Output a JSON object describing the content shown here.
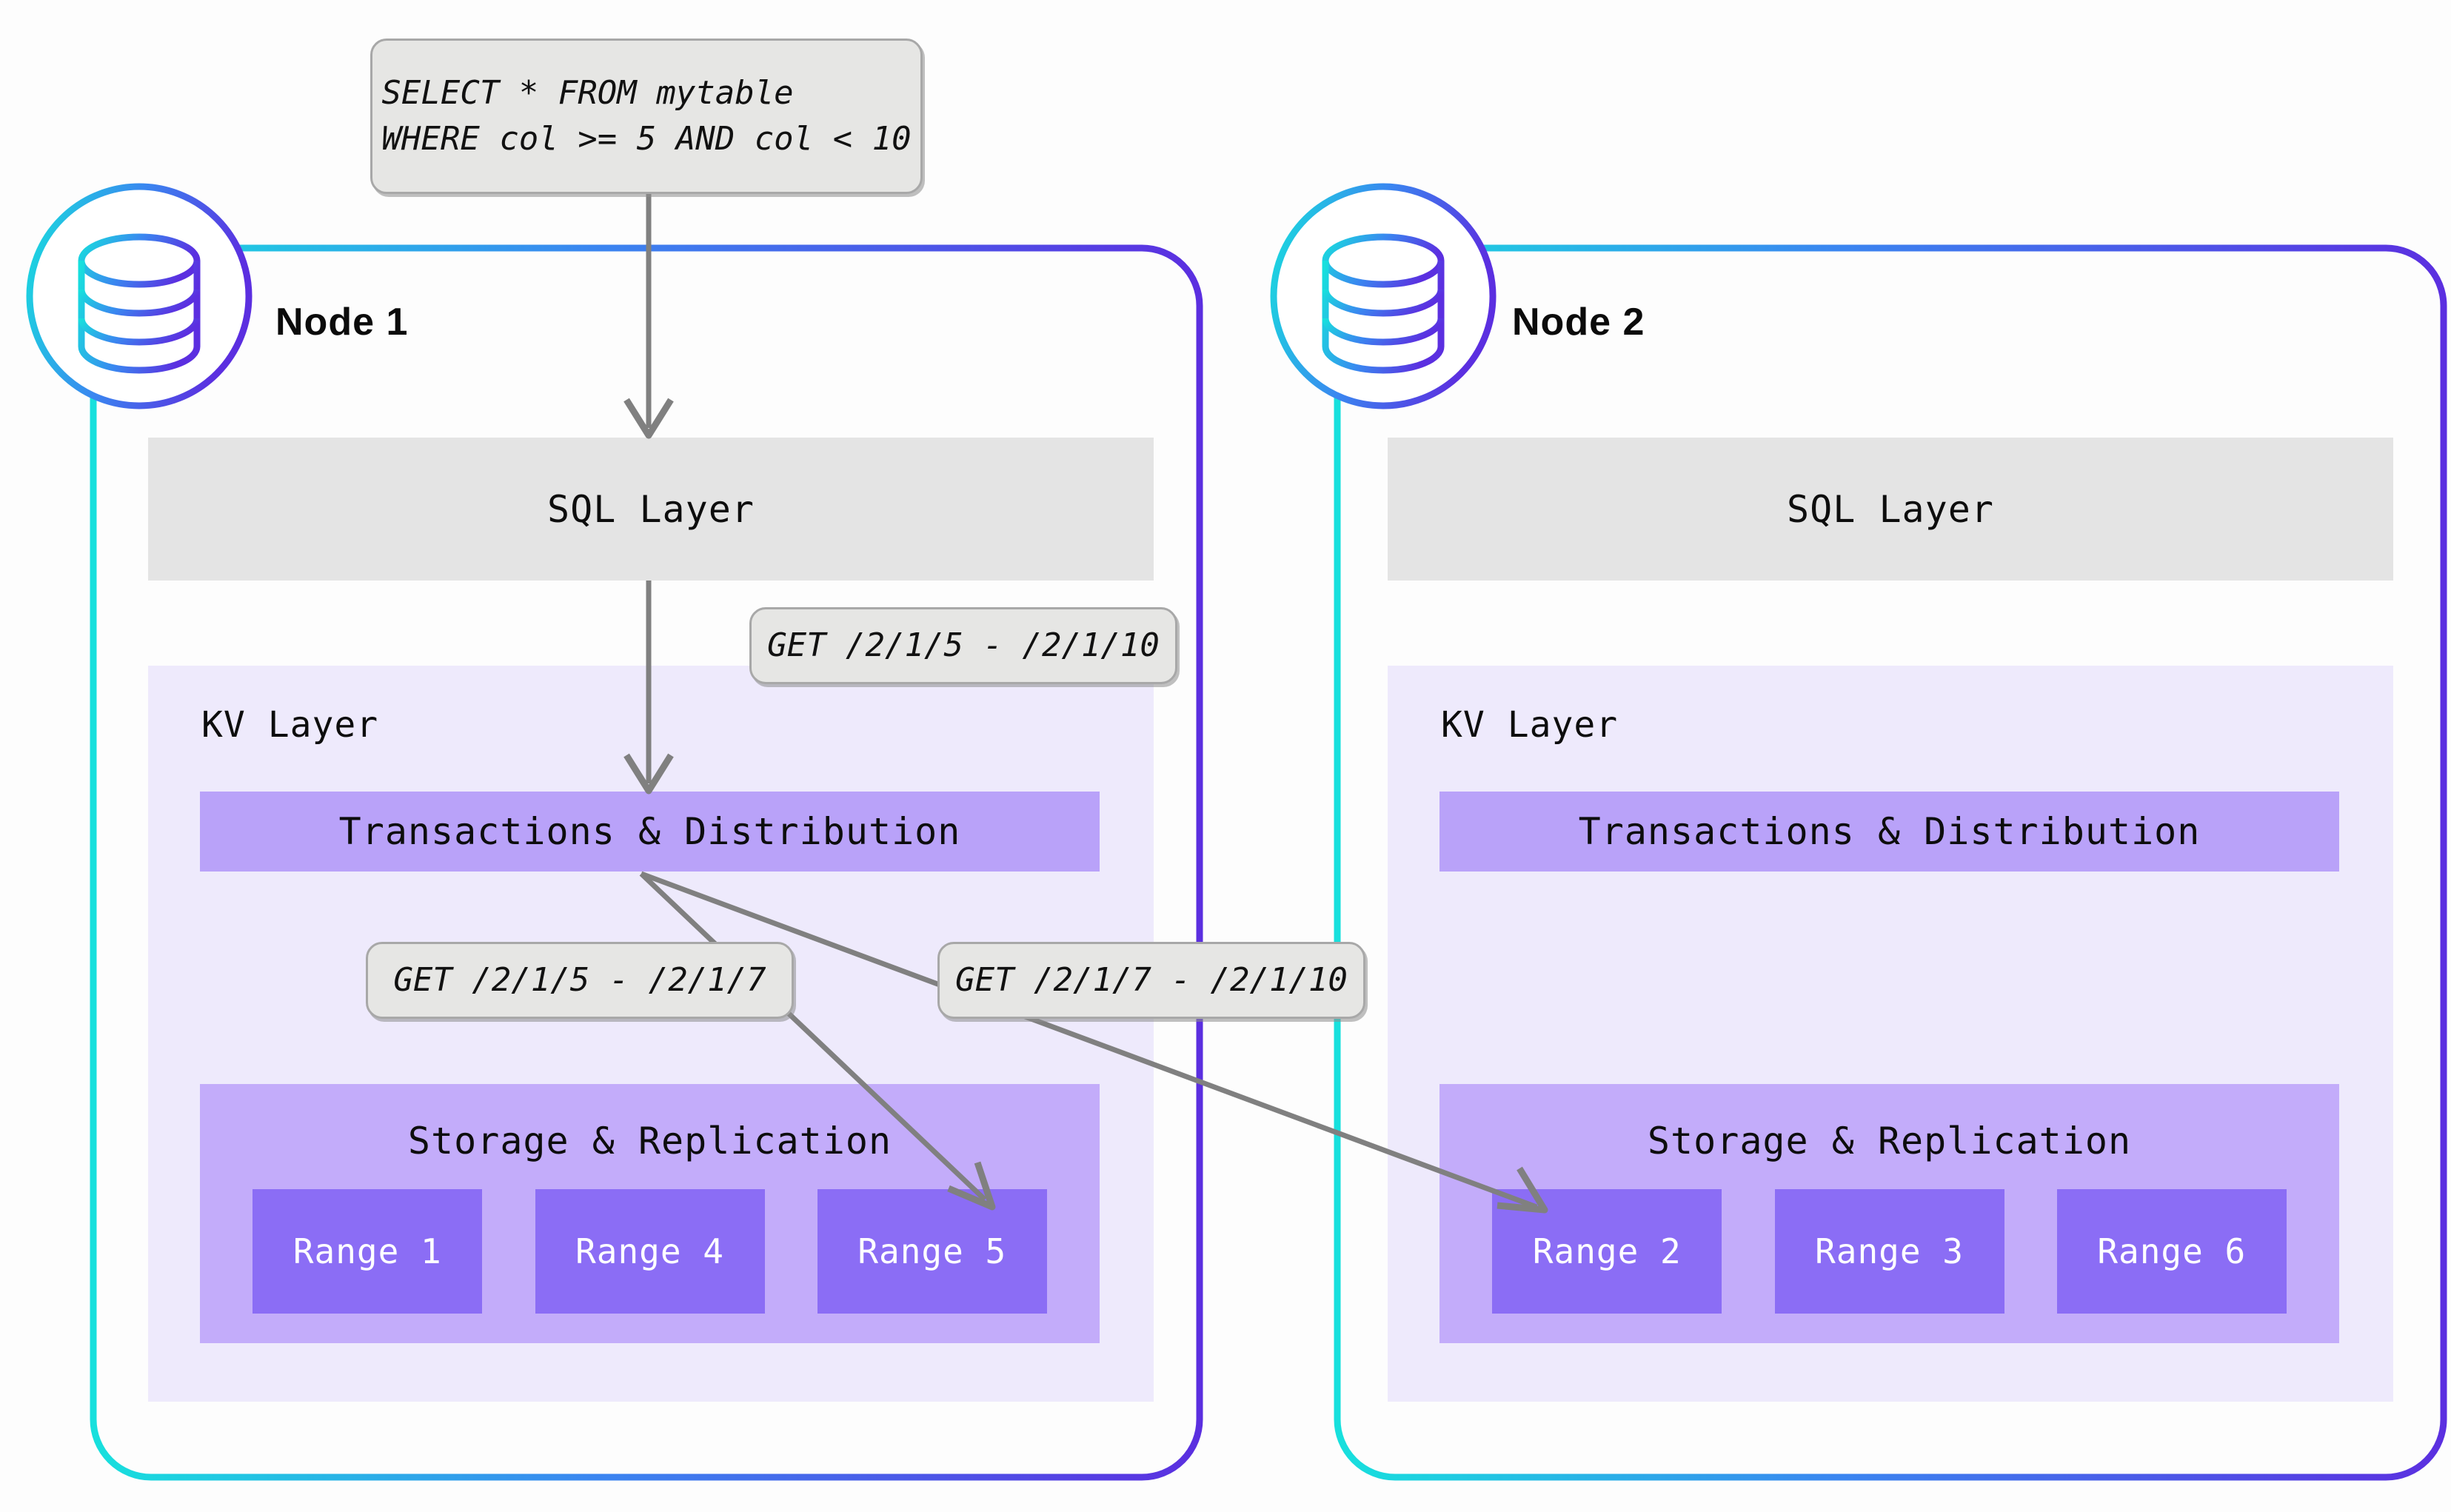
{
  "diagram": {
    "title": "CockroachDB distributed query routing across two nodes",
    "colors": {
      "border_start": "#17e0dd",
      "border_mid": "#3a86f0",
      "border_end": "#5b2fe0",
      "sql_band": "#e4e4e4",
      "kv_panel": "#eeeafc",
      "txn_bar": "#b9a2f9",
      "storage_box": "#c3acfa",
      "range_box": "#8b6df5",
      "callout_fill": "#e6e6e4",
      "callout_border": "#a8a8a8",
      "arrow": "#808080"
    }
  },
  "query": {
    "line1": "SELECT * FROM mytable",
    "line2": "WHERE col >= 5 AND col < 10"
  },
  "callouts": {
    "kv_request": "GET /2/1/5 - /2/1/10",
    "range_local": "GET /2/1/5 - /2/1/7",
    "range_remote": "GET /2/1/7 - /2/1/10"
  },
  "nodes": [
    {
      "id": "node-1",
      "title": "Node 1",
      "icon": "database-cylinder-icon",
      "sql_layer": "SQL Layer",
      "kv_layer": "KV Layer",
      "transactions": "Transactions & Distribution",
      "storage": "Storage & Replication",
      "ranges": [
        "Range 1",
        "Range 4",
        "Range 5"
      ]
    },
    {
      "id": "node-2",
      "title": "Node 2",
      "icon": "database-cylinder-icon",
      "sql_layer": "SQL Layer",
      "kv_layer": "KV Layer",
      "transactions": "Transactions & Distribution",
      "storage": "Storage & Replication",
      "ranges": [
        "Range 2",
        "Range 3",
        "Range 6"
      ]
    }
  ],
  "edges": [
    {
      "name": "query-to-sql-layer",
      "from": "sql-query-box",
      "to": "node1-sql-layer"
    },
    {
      "name": "sql-to-transactions",
      "from": "node1-sql-layer",
      "to": "node1-transactions"
    },
    {
      "name": "transactions-to-range5",
      "from": "node1-transactions",
      "to": "node1-range-5"
    },
    {
      "name": "transactions-to-range2",
      "from": "node1-transactions",
      "to": "node2-range-2"
    }
  ]
}
